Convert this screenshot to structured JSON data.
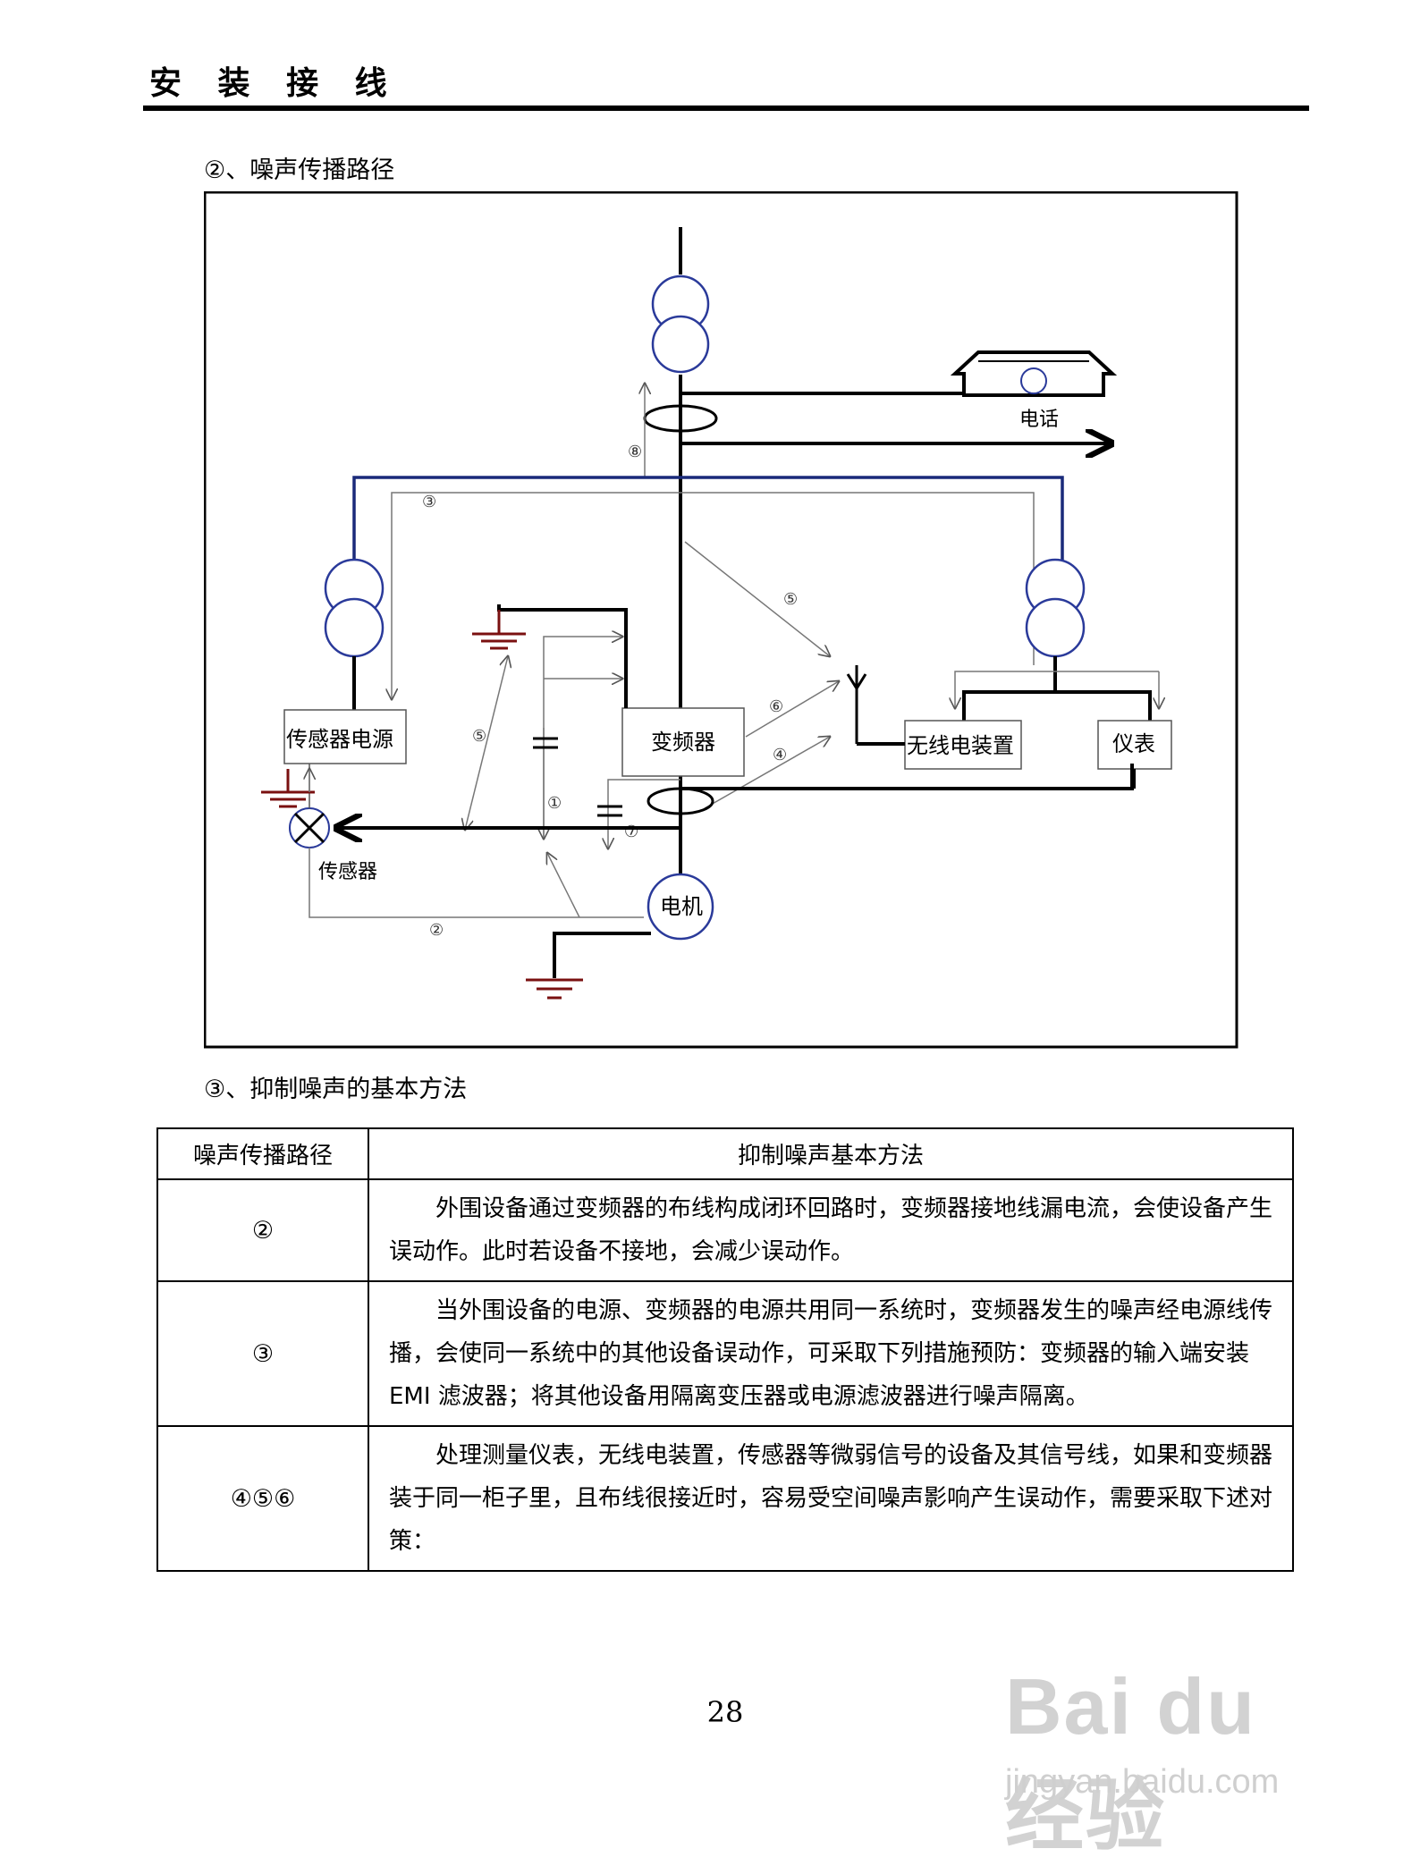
{
  "header": {
    "title": "安 装 接 线"
  },
  "sections": {
    "path_title": "②、噪声传播路径",
    "methods_title": "③、抑制噪声的基本方法"
  },
  "diagram": {
    "labels": {
      "phone": "电话",
      "sensor_power": "传感器电源",
      "inverter": "变频器",
      "radio": "无线电装置",
      "meter": "仪表",
      "sensor": "传感器",
      "motor": "电机"
    },
    "paths": {
      "p1": "①",
      "p2": "②",
      "p3": "③",
      "p4": "④",
      "p5a": "⑤",
      "p5b": "⑤",
      "p6": "⑥",
      "p7": "⑦",
      "p8": "⑧"
    },
    "colors": {
      "line": "#000000",
      "blue_line": "#1a2a7a",
      "ground": "#7a1010",
      "circle": "#2a3a9a",
      "thin": "#777777"
    }
  },
  "table": {
    "headers": [
      "噪声传播路径",
      "抑制噪声基本方法"
    ],
    "rows": [
      {
        "path": "②",
        "method": "外围设备通过变频器的布线构成闭环回路时，变频器接地线漏电流，会使设备产生误动作。此时若设备不接地，会减少误动作。"
      },
      {
        "path": "③",
        "method": "当外围设备的电源、变频器的电源共用同一系统时，变频器发生的噪声经电源线传播，会使同一系统中的其他设备误动作，可采取下列措施预防：变频器的输入端安装 EMI 滤波器；将其他设备用隔离变压器或电源滤波器进行噪声隔离。"
      },
      {
        "path": "④⑤⑥",
        "method": "处理测量仪表，无线电装置，传感器等微弱信号的设备及其信号线，如果和变频器装于同一柜子里，且布线很接近时，容易受空间噪声影响产生误动作，需要采取下述对策："
      }
    ]
  },
  "page_number": "28",
  "watermark": {
    "logo": "Bai du 经验",
    "url": "jingyan.baidu.com"
  }
}
